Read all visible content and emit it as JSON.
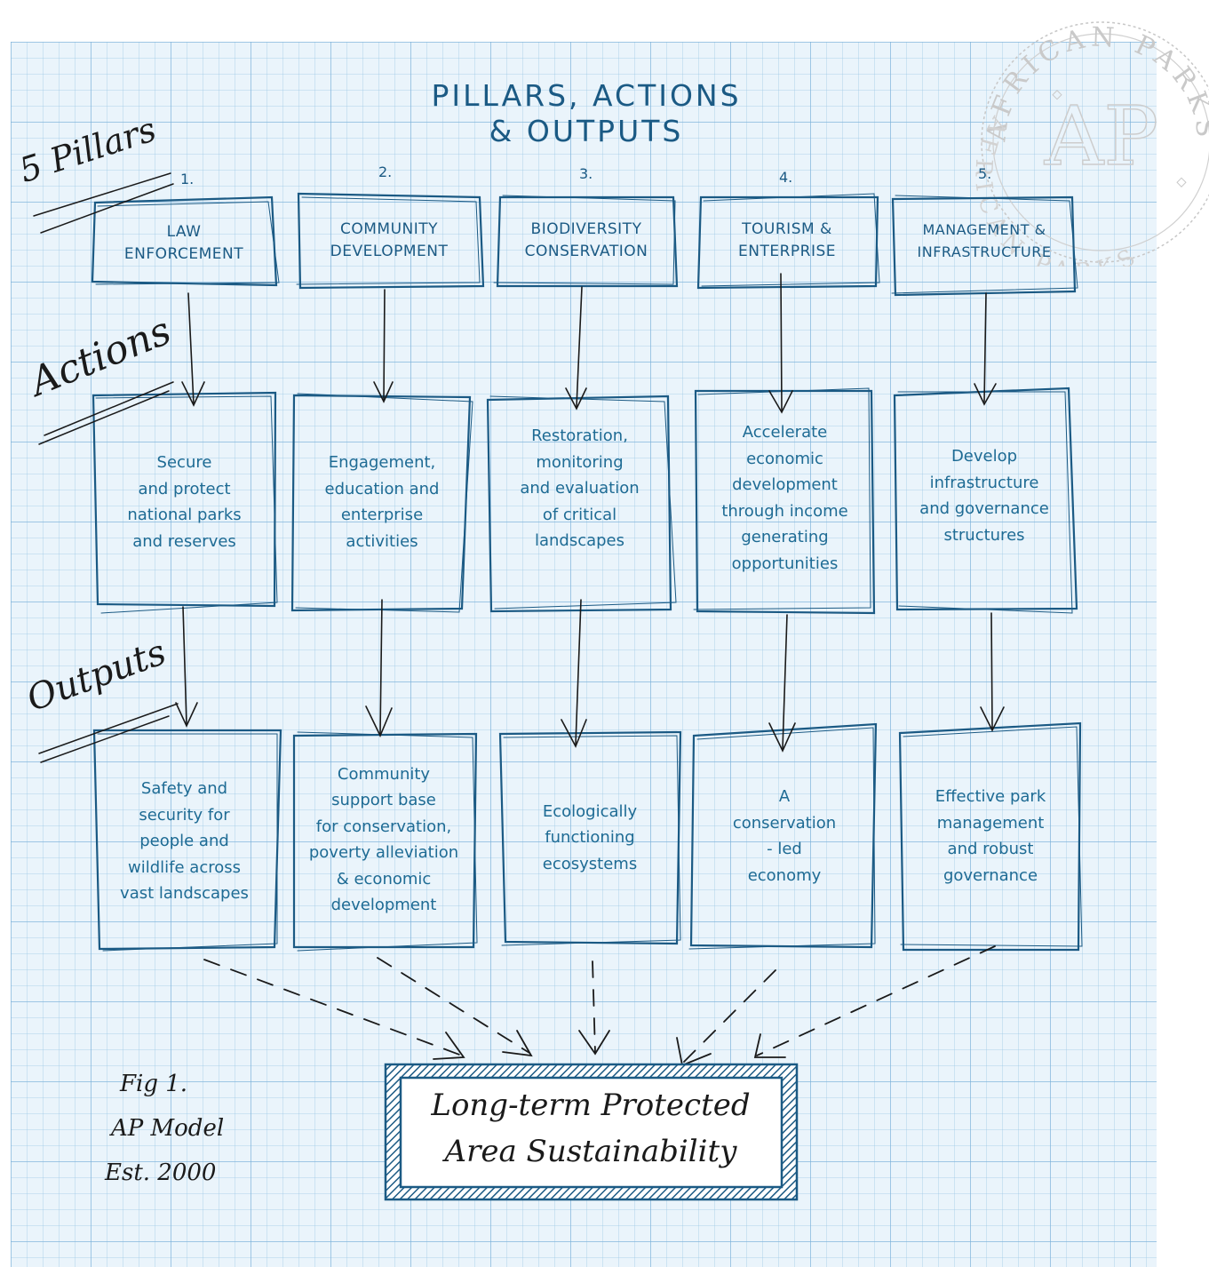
{
  "title": {
    "line1": "PILLARS, ACTIONS",
    "line2": "& OUTPUTS"
  },
  "row_labels": {
    "pillars": "5 Pillars",
    "actions": "Actions",
    "outputs": "Outputs"
  },
  "pillars": [
    {
      "number": "1.",
      "label": "LAW\nENFORCEMENT"
    },
    {
      "number": "2.",
      "label": "COMMUNITY\nDEVELOPMENT"
    },
    {
      "number": "3.",
      "label": "BIODIVERSITY\nCONSERVATION"
    },
    {
      "number": "4.",
      "label": "TOURISM &\nENTERPRISE"
    },
    {
      "number": "5.",
      "label": "MANAGEMENT &\nINFRASTRUCTURE"
    }
  ],
  "actions": [
    "Secure\nand protect\nnational parks\nand reserves",
    "Engagement,\neducation and\nenterprise\nactivities",
    "Restoration,\nmonitoring\nand evaluation\nof critical\nlandscapes",
    "Accelerate\neconomic\ndevelopment\nthrough income\ngenerating\nopportunities",
    "Develop\ninfrastructure\nand governance\nstructures"
  ],
  "outputs": [
    "Safety and\nsecurity for\npeople and\nwildlife across\nvast landscapes",
    "Community\nsupport base\nfor conservation,\npoverty alleviation\n& economic\ndevelopment",
    "Ecologically\nfunctioning\necosystems",
    "A\nconservation\n- led\neconomy",
    "Effective park\nmanagement\nand robust\ngovernance"
  ],
  "outcome": "Long-term Protected\nArea Sustainability",
  "figure_note": {
    "line1": "Fig 1.",
    "line2": "AP Model",
    "line3": "Est. 2000"
  },
  "seal": {
    "top_text": "AFRICAN PARKS",
    "inner_text": "AFRICAN PARKS",
    "monogram": "AP"
  },
  "colors": {
    "ink": "#1b5a84",
    "text": "#1e6b94",
    "paper": "#eaf4fb",
    "grid": "#8fc0e2",
    "pen": "#1a1a1a"
  }
}
